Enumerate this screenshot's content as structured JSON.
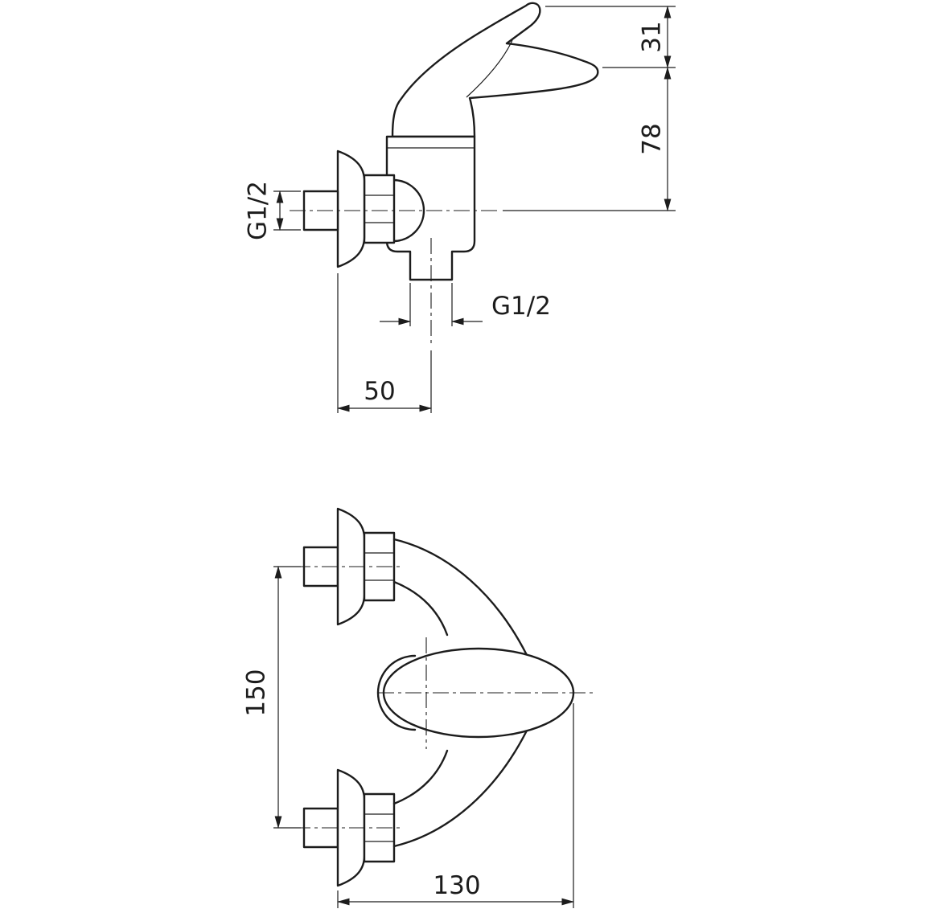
{
  "colors": {
    "line": "#1c1c1c",
    "background": "#ffffff"
  },
  "side_view": {
    "dim_lever_rise": "31",
    "dim_body_height": "78",
    "dim_inlet_thread": "G1/2",
    "dim_outlet_thread": "G1/2",
    "dim_wall_to_outlet": "50"
  },
  "front_view": {
    "dim_inlet_spacing": "150",
    "dim_wall_to_lever_tip": "130"
  }
}
